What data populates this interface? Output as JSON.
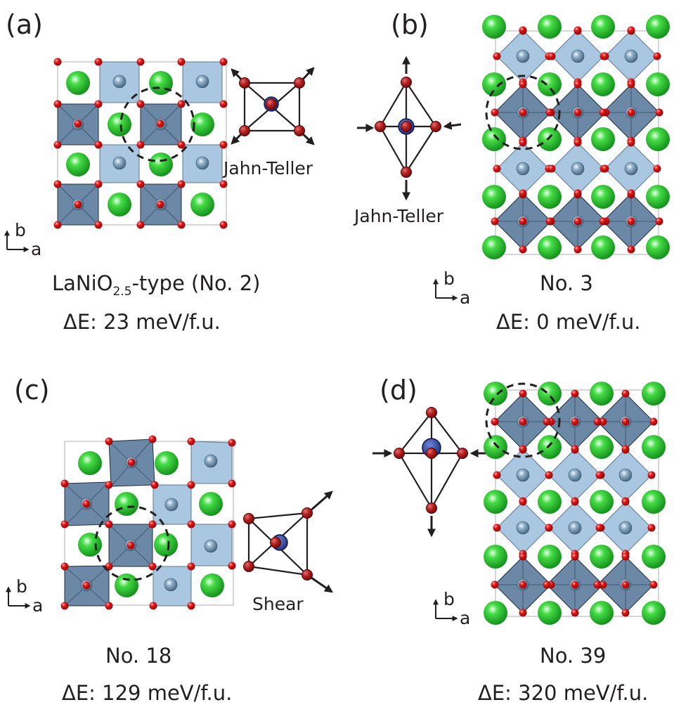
{
  "colors": {
    "la_atom": "#2fc62f",
    "ni_atom": "#86a6bd",
    "oxygen_atom": "#d10f0f",
    "octahedron": "#5e7fa0",
    "square_plaquette": "#a9c7e0",
    "central_ni": "#2b3f9e",
    "outline": "#231f20"
  },
  "axes": {
    "b_label": "b",
    "a_label": "a"
  },
  "panels": {
    "a": {
      "label": "(a)",
      "distortion_label": "Jahn-Teller",
      "structure_prefix": "LaNiO",
      "structure_subscript": "2.5",
      "structure_suffix": "-type (No.  2)",
      "energy": "ΔE: 23 meV/f.u."
    },
    "b": {
      "label": "(b)",
      "distortion_label": "Jahn-Teller",
      "structure_name": "No.  3",
      "energy": "ΔE: 0 meV/f.u."
    },
    "c": {
      "label": "(c)",
      "distortion_label": "Shear",
      "structure_name": "No.  18",
      "energy": "ΔE: 129 meV/f.u."
    },
    "d": {
      "label": "(d)",
      "structure_name": "No.  39",
      "energy": "ΔE: 320 meV/f.u."
    }
  }
}
